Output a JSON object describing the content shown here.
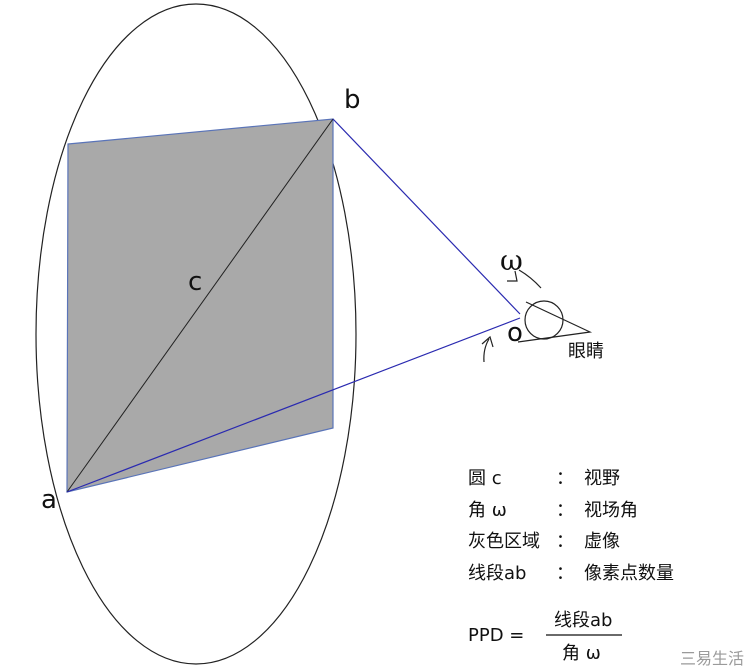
{
  "points": {
    "a": "a",
    "b": "b",
    "c": "c",
    "o": "o",
    "omega": "ω"
  },
  "eye_label": "眼睛",
  "legend": [
    {
      "term": "圆 c",
      "sep": "：",
      "desc": "视野"
    },
    {
      "term": "角 ω",
      "sep": "：",
      "desc": "视场角"
    },
    {
      "term": "灰色区域",
      "sep": "：",
      "desc": "虚像"
    },
    {
      "term": "线段ab",
      "sep": "：",
      "desc": "像素点数量"
    }
  ],
  "formula": {
    "lhs": "PPD  =",
    "numerator": "线段ab",
    "denominator": "角 ω"
  },
  "watermark": "三易生活",
  "colors": {
    "square_fill": "#a9a9a9",
    "square_stroke": "#5a74b8",
    "ray": "#2a2ab0",
    "outline": "#222222"
  }
}
